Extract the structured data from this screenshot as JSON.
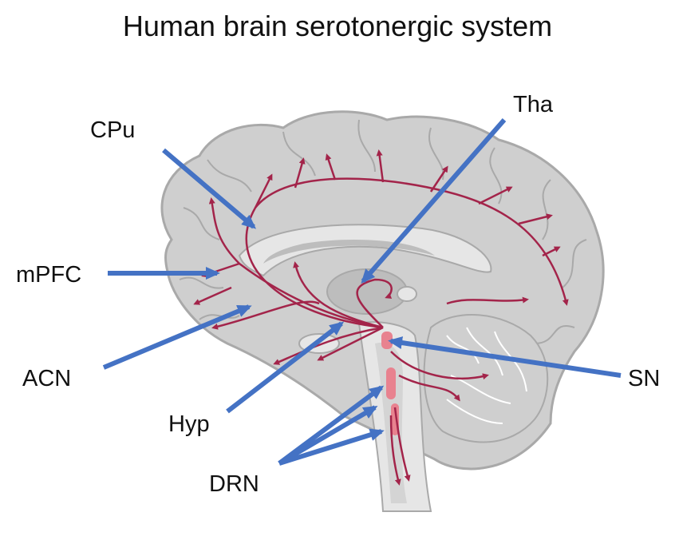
{
  "title": "Human brain serotonergic system",
  "labels": {
    "cpu": "CPu",
    "tha": "Tha",
    "mpfc": "mPFC",
    "acn": "ACN",
    "sn": "SN",
    "hyp": "Hyp",
    "drn": "DRN"
  },
  "colors": {
    "pointer": "#4472c4",
    "projection": "#a3244a",
    "nucleus": "#e8828f",
    "cortex": "#cfcfcf",
    "cortex_outline": "#a9a9a9",
    "inner_structure": "#bdbdbd",
    "white_matter": "#e6e6e6"
  }
}
